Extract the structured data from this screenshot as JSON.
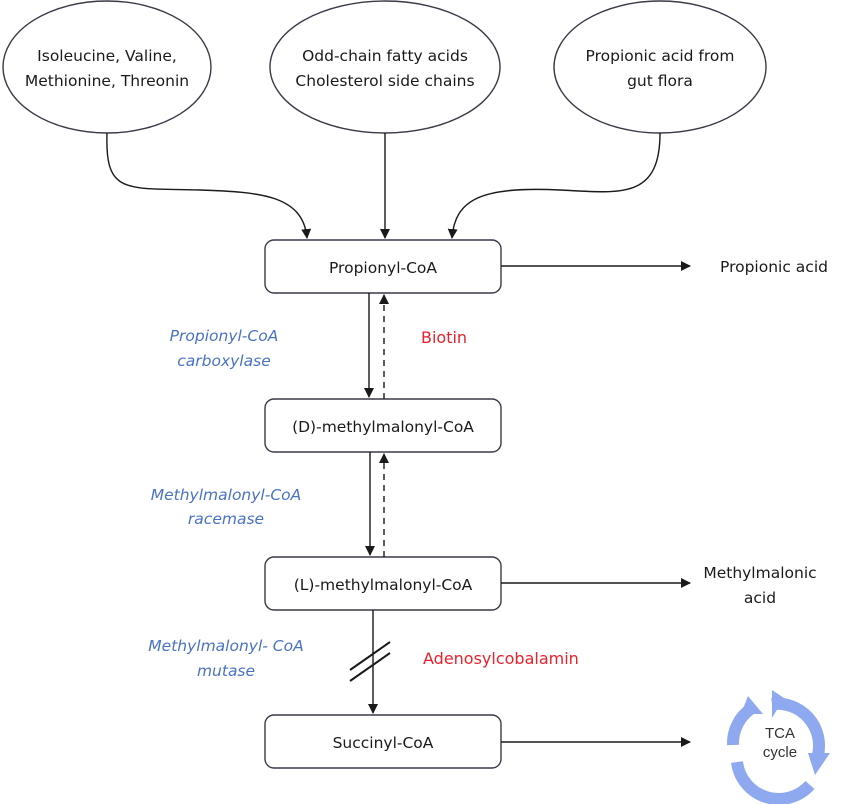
{
  "colors": {
    "enzyme": "#4a72c4",
    "cofactor": "#e8212a",
    "tca_arrow": "#8fa9f0",
    "line": "#1a1a1a"
  },
  "sources": [
    {
      "lines": [
        "Isoleucine, Valine,",
        "Methionine, Threonin"
      ]
    },
    {
      "lines": [
        "Odd-chain fatty acids",
        "Cholesterol side chains"
      ]
    },
    {
      "lines": [
        "Propionic acid from",
        "gut flora"
      ]
    }
  ],
  "intermediates": [
    {
      "label": "Propionyl-CoA"
    },
    {
      "label": "(D)-methylmalonyl-CoA"
    },
    {
      "label": "(L)-methylmalonyl-CoA"
    },
    {
      "label": "Succinyl-CoA"
    }
  ],
  "enzymes": [
    {
      "lines": [
        "Propionyl-CoA",
        "carboxylase"
      ]
    },
    {
      "lines": [
        "Methylmalonyl-CoA",
        "racemase"
      ]
    },
    {
      "lines": [
        "Methylmalonyl- CoA",
        "mutase"
      ]
    }
  ],
  "cofactors": [
    {
      "label": "Biotin"
    },
    {
      "label": "Adenosylcobalamin"
    }
  ],
  "products": [
    {
      "lines": [
        "Propionic acid"
      ]
    },
    {
      "lines": [
        "Methylmalonic",
        "acid"
      ]
    }
  ],
  "tca": {
    "lines": [
      "TCA",
      "cycle"
    ],
    "icon": "cycle-arrows-icon"
  },
  "blocked_step": {
    "icon": "block-mark-icon",
    "description": "double slash on mutase step"
  }
}
